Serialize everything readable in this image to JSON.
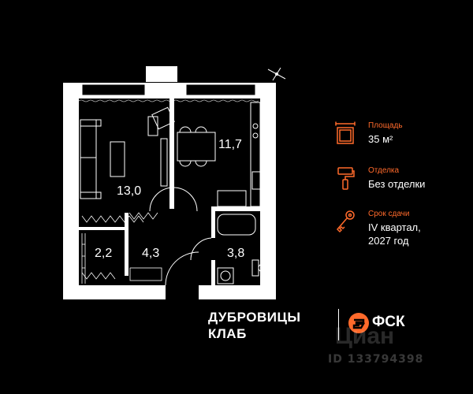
{
  "rooms": [
    {
      "id": "living",
      "area": "13,0"
    },
    {
      "id": "kitchen",
      "area": "11,7"
    },
    {
      "id": "storage",
      "area": "2,2"
    },
    {
      "id": "hall",
      "area": "4,3"
    },
    {
      "id": "bathroom",
      "area": "3,8"
    }
  ],
  "info": {
    "area": {
      "caption": "Площадь",
      "value": "35 м²",
      "icon": "floor-plan-icon"
    },
    "finish": {
      "caption": "Отделка",
      "value": "Без отделки",
      "icon": "paint-roller-icon"
    },
    "delivery": {
      "caption": "Срок сдачи",
      "value_line1": "IV квартал,",
      "value_line2": "2027 год",
      "icon": "key-icon"
    }
  },
  "brand": {
    "line1": "ДУБРОВИЦЫ",
    "line2": "КЛАБ",
    "developer": "ФСК"
  },
  "watermark": {
    "text": "Циан",
    "id": "ID 133794398"
  },
  "colors": {
    "accent": "#ff6a2b",
    "background": "#000000",
    "lines": "#ffffff"
  }
}
